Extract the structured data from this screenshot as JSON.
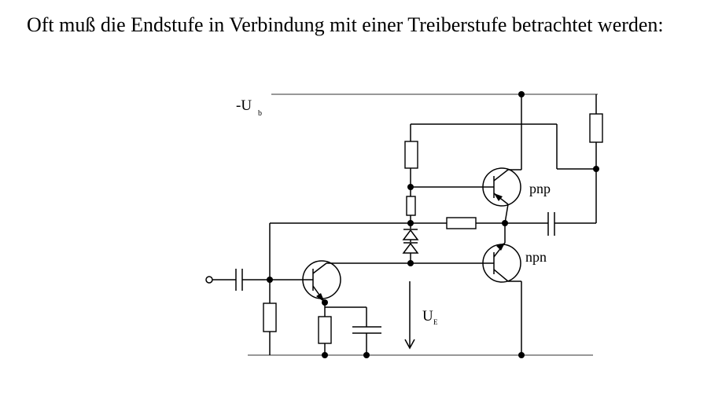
{
  "heading": "Oft muß die Endstufe in Verbindung mit einer Treiberstufe betrachtet werden:",
  "circuit": {
    "supply_label": "-U",
    "supply_subscript": "b",
    "upper_transistor_label": "pnp",
    "lower_transistor_label": "npn",
    "voltage_label": "U",
    "voltage_subscript": "E"
  }
}
